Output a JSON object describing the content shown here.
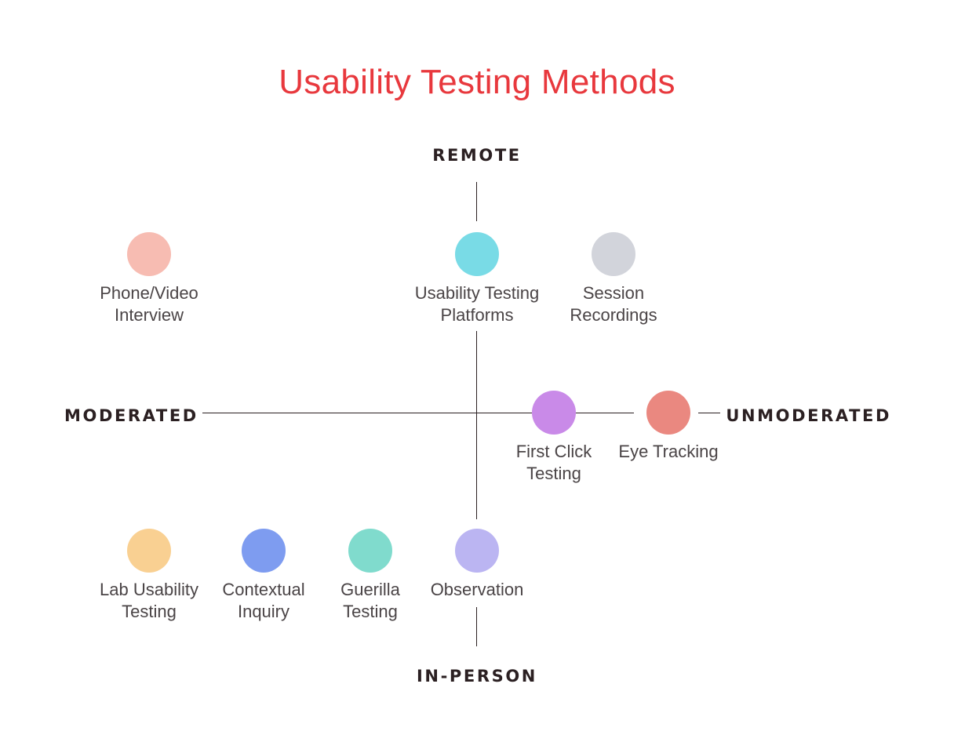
{
  "title": "Usability Testing Methods",
  "title_color": "#e8383d",
  "axes": {
    "top": "REMOTE",
    "bottom": "IN-PERSON",
    "left": "MODERATED",
    "right": "UNMODERATED"
  },
  "methods": [
    {
      "label": "Phone/Video\nInterview",
      "color": "#f7bcb2"
    },
    {
      "label": "Usability Testing\nPlatforms",
      "color": "#79dbe6"
    },
    {
      "label": "Session\nRecordings",
      "color": "#d2d4db"
    },
    {
      "label": "First Click\nTesting",
      "color": "#c98ae8"
    },
    {
      "label": "Eye Tracking",
      "color": "#ea8880"
    },
    {
      "label": "Lab Usability\nTesting",
      "color": "#f9d092"
    },
    {
      "label": "Contextual\nInquiry",
      "color": "#7e9cf0"
    },
    {
      "label": "Guerilla\nTesting",
      "color": "#80dbcd"
    },
    {
      "label": "Observation",
      "color": "#bbb5f2"
    }
  ]
}
